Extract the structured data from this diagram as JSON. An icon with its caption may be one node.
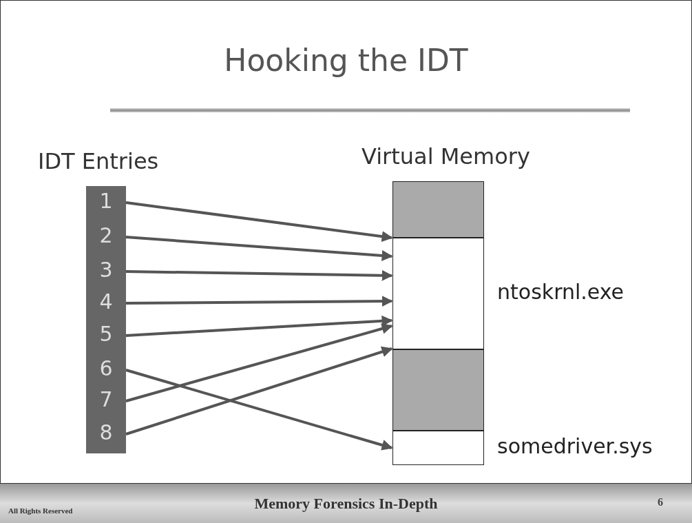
{
  "diagram": {
    "title": "Hooking the IDT",
    "nodes": [
      {
        "text": [
          "IDT Entries"
        ]
      },
      {
        "text": [
          "1"
        ],
        "in": 0
      },
      {
        "text": [
          "2"
        ],
        "in": 0
      },
      {
        "text": [
          "3"
        ],
        "in": 0
      },
      {
        "text": [
          "4"
        ],
        "in": 0
      },
      {
        "text": [
          "5"
        ],
        "in": 0
      },
      {
        "text": [
          "6"
        ],
        "in": 0
      },
      {
        "text": [
          "7"
        ],
        "in": 0
      },
      {
        "text": [
          "8"
        ],
        "in": 0
      },
      {
        "text": [
          "Virtual Memory"
        ]
      },
      {
        "text": [],
        "shape": "box",
        "in": 9
      },
      {
        "text": [],
        "shape": "box",
        "in": 9,
        "beside": [
          "ntoskrnl.exe"
        ]
      },
      {
        "text": [],
        "shape": "box",
        "in": 9
      },
      {
        "text": [],
        "shape": "box",
        "in": 9,
        "beside": [
          "somedriver.sys"
        ]
      }
    ],
    "edges": [
      {
        "from": 1,
        "to": 11,
        "arrow": "to"
      },
      {
        "from": 2,
        "to": 11,
        "arrow": "to"
      },
      {
        "from": 3,
        "to": 11,
        "arrow": "to"
      },
      {
        "from": 4,
        "to": 11,
        "arrow": "to"
      },
      {
        "from": 5,
        "to": 11,
        "arrow": "to"
      },
      {
        "from": 6,
        "to": 13,
        "arrow": "to"
      },
      {
        "from": 7,
        "to": 11,
        "arrow": "to"
      },
      {
        "from": 8,
        "to": 11,
        "arrow": "to"
      }
    ],
    "labels": [
      "All Rights Reserved",
      "Memory Forensics In-Depth",
      "6"
    ]
  }
}
